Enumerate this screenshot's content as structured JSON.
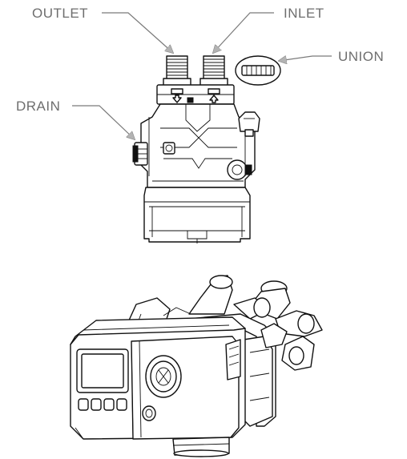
{
  "callouts": {
    "outlet": "OUTLET",
    "inlet": "INLET",
    "union": "UNION",
    "drain": "DRAIN"
  },
  "colors": {
    "label_text": "#6e6e6e",
    "leader_line": "#7a7a7a",
    "arrow_fill": "#b3b3b3",
    "line_art": "#111111",
    "background": "#ffffff"
  },
  "icons": {
    "arrow_style": "grey-shaded-arrowhead"
  }
}
